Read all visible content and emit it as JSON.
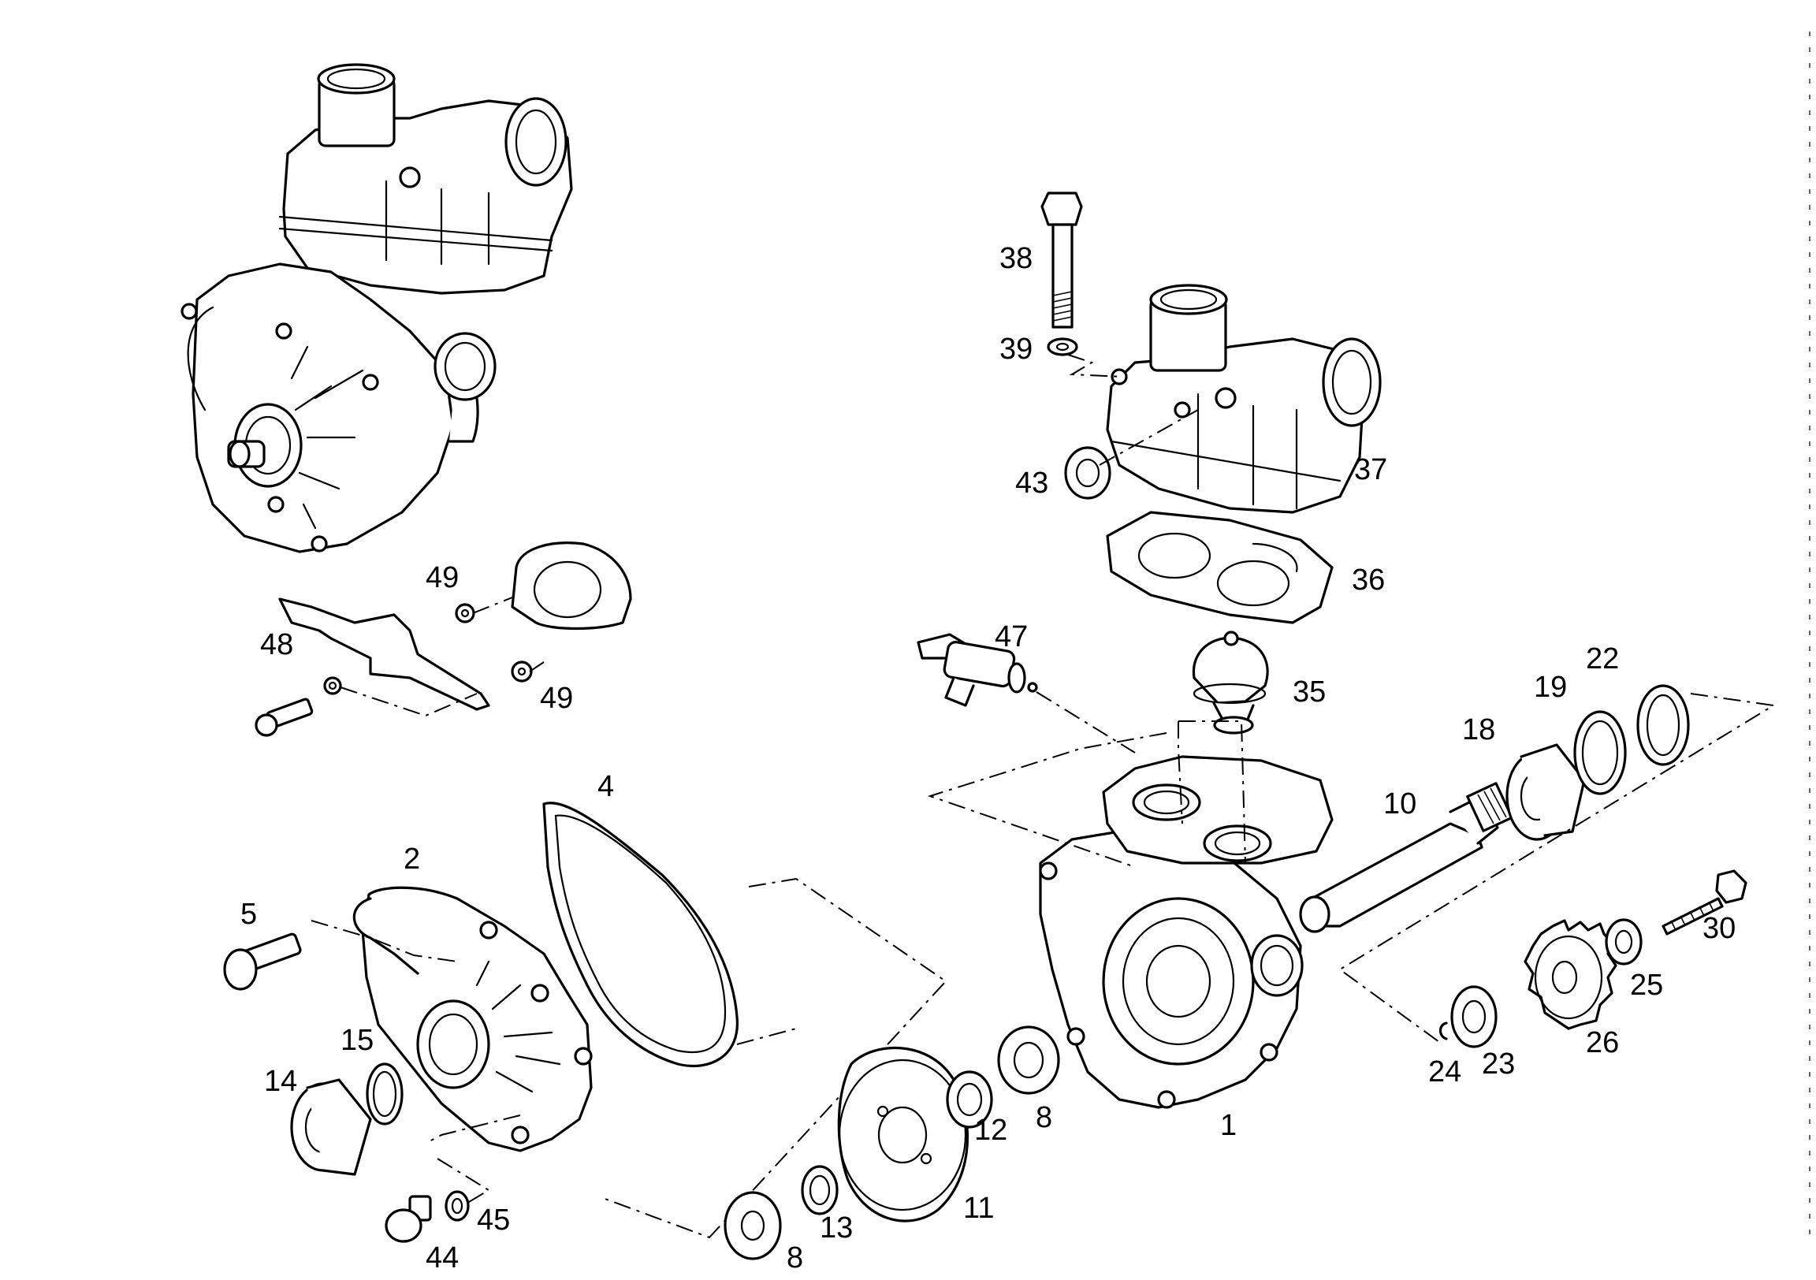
{
  "diagram": {
    "labels": [
      {
        "id": "l1",
        "text": "1"
      },
      {
        "id": "l2",
        "text": "2"
      },
      {
        "id": "l4",
        "text": "4"
      },
      {
        "id": "l5",
        "text": "5"
      },
      {
        "id": "l8a",
        "text": "8"
      },
      {
        "id": "l8b",
        "text": "8"
      },
      {
        "id": "l10",
        "text": "10"
      },
      {
        "id": "l11",
        "text": "11"
      },
      {
        "id": "l12",
        "text": "12"
      },
      {
        "id": "l13",
        "text": "13"
      },
      {
        "id": "l14",
        "text": "14"
      },
      {
        "id": "l15",
        "text": "15"
      },
      {
        "id": "l18",
        "text": "18"
      },
      {
        "id": "l19",
        "text": "19"
      },
      {
        "id": "l22",
        "text": "22"
      },
      {
        "id": "l23",
        "text": "23"
      },
      {
        "id": "l24",
        "text": "24"
      },
      {
        "id": "l25",
        "text": "25"
      },
      {
        "id": "l26",
        "text": "26"
      },
      {
        "id": "l30",
        "text": "30"
      },
      {
        "id": "l35",
        "text": "35"
      },
      {
        "id": "l36",
        "text": "36"
      },
      {
        "id": "l37",
        "text": "37"
      },
      {
        "id": "l38",
        "text": "38"
      },
      {
        "id": "l39",
        "text": "39"
      },
      {
        "id": "l43",
        "text": "43"
      },
      {
        "id": "l44",
        "text": "44"
      },
      {
        "id": "l45",
        "text": "45"
      },
      {
        "id": "l47",
        "text": "47"
      },
      {
        "id": "l48",
        "text": "48"
      },
      {
        "id": "l49a",
        "text": "49"
      },
      {
        "id": "l49b",
        "text": "49"
      }
    ]
  }
}
